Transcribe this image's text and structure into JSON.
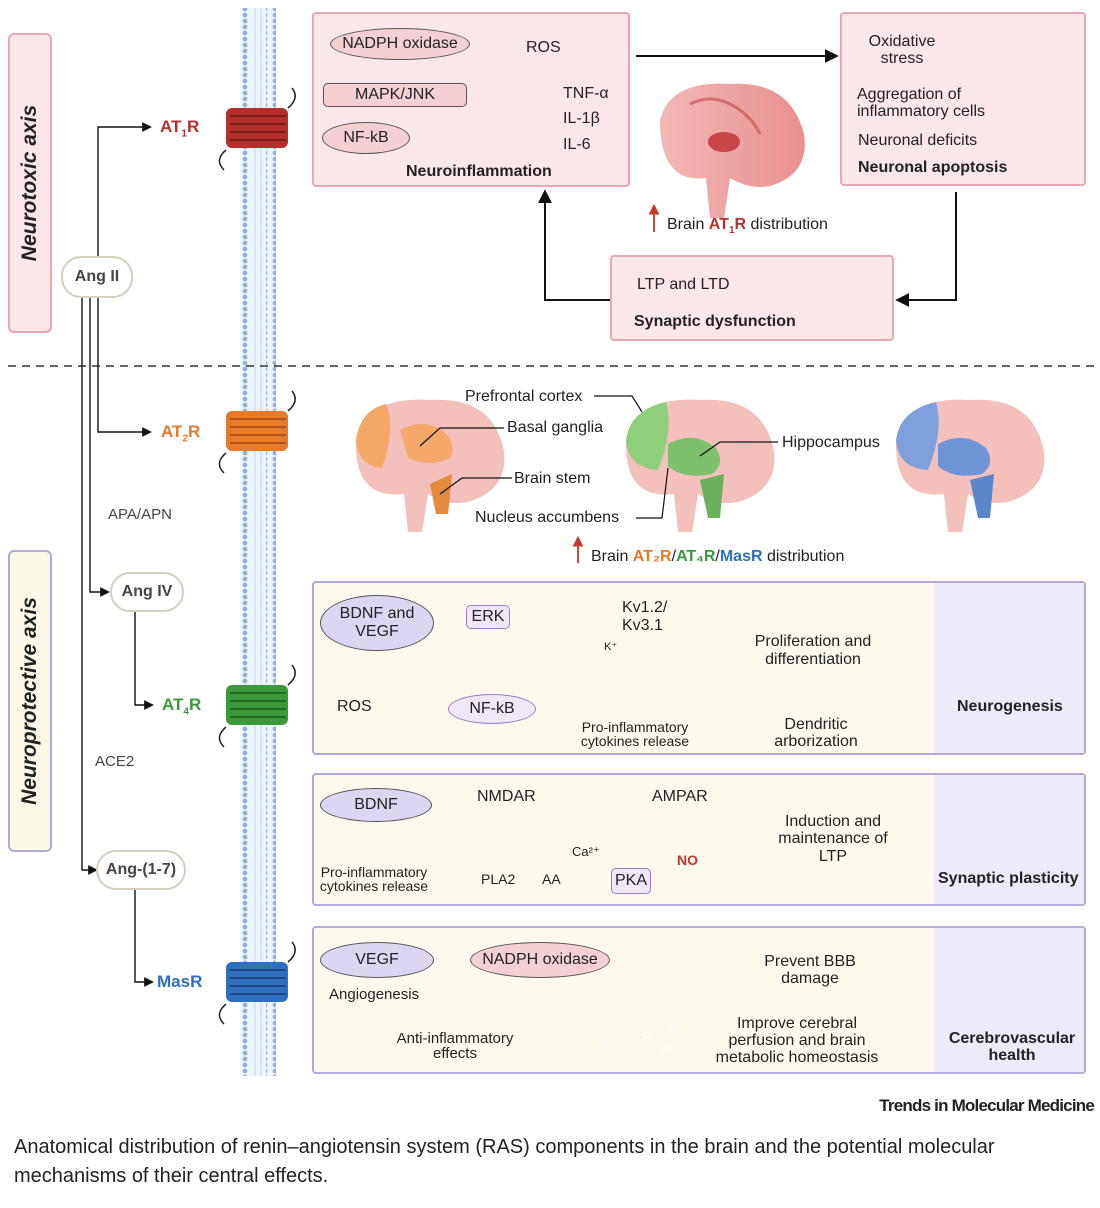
{
  "axes": {
    "neurotoxic": "Neurotoxic axis",
    "neuroprotective": "Neuroprotective axis"
  },
  "ligands": {
    "ang2": "Ang II",
    "ang4": "Ang IV",
    "ang17": "Ang-(1-7)"
  },
  "enzymes": {
    "apa_apn": "APA/APN",
    "ace2": "ACE2"
  },
  "receptors": {
    "at1r": {
      "pre": "AT",
      "sub": "1",
      "post": "R",
      "color": "#b5302c"
    },
    "at2r": {
      "pre": "AT",
      "sub": "2",
      "post": "R",
      "color": "#e8782a"
    },
    "at4r": {
      "pre": "AT",
      "sub": "4",
      "post": "R",
      "color": "#3a9a3a"
    },
    "masr": {
      "pre": "MasR",
      "sub": "",
      "post": "",
      "color": "#2f6fc0"
    }
  },
  "neuroinflammation_box": {
    "nadph": "NADPH oxidase",
    "ros": "ROS",
    "mapk": "MAPK/JNK",
    "nfkb": "NF-kB",
    "cytokines": [
      "TNF-α",
      "IL-1β",
      "IL-6"
    ],
    "title": "Neuroinflammation"
  },
  "brain_at1r": {
    "pre": "Brain ",
    "rec_pre": "AT",
    "rec_sub": "1",
    "rec_post": "R",
    "post": " distribution"
  },
  "oxidative_box": {
    "oxidative": "Oxidative stress",
    "aggregation": "Aggregation of inflammatory cells",
    "deficits": "Neuronal deficits",
    "apoptosis": "Neuronal apoptosis"
  },
  "synaptic_box": {
    "ltp": "LTP and LTD",
    "title": "Synaptic dysfunction"
  },
  "brain_regions": {
    "prefrontal": "Prefrontal cortex",
    "basal": "Basal ganglia",
    "stem": "Brain stem",
    "nucleus": "Nucleus accumbens",
    "hippocampus": "Hippocampus"
  },
  "brain_protective": {
    "pre": "Brain ",
    "at2": "AT₂R",
    "at4": "AT₄R",
    "mas": "MasR",
    "slash": "/",
    "post": " distribution"
  },
  "neurogenesis_box": {
    "bdnf_vegf": "BDNF and VEGF",
    "erk": "ERK",
    "kv": "Kv1.2/ Kv3.1",
    "k_plus": "K⁺",
    "prolif": "Proliferation and differentiation",
    "ros": "ROS",
    "nfkb": "NF-kB",
    "proinf": "Pro-inflammatory cytokines release",
    "dendritic": "Dendritic arborization",
    "title": "Neurogenesis"
  },
  "plasticity_box": {
    "bdnf": "BDNF",
    "proinf": "Pro-inflammatory cytokines release",
    "nmdar": "NMDAR",
    "ampar": "AMPAR",
    "ca": "Ca²⁺",
    "pla2": "PLA2",
    "aa": "AA",
    "pka": "PKA",
    "no": "NO",
    "induction": "Induction and maintenance of LTP",
    "title": "Synaptic plasticity"
  },
  "cerebro_box": {
    "vegf": "VEGF",
    "nadph": "NADPH oxidase",
    "angio": "Angiogenesis",
    "bbb": "Prevent BBB damage",
    "antiinf": "Anti-inflammatory effects",
    "perfusion": "Improve cerebral perfusion and brain metabolic homeostasis",
    "o2": "O₂",
    "title": "Cerebrovascular health"
  },
  "journal": "Trends in Molecular Medicine",
  "caption": "Anatomical distribution of renin–angiotensin system (RAS) components in the brain and the potential molecular mechanisms of their central effects.",
  "colors": {
    "up_arrow": "#c0392b",
    "down_arrow": "#3b5ba8",
    "pink_border": "#e6a9b4",
    "purple_border": "#b7a9d6"
  }
}
